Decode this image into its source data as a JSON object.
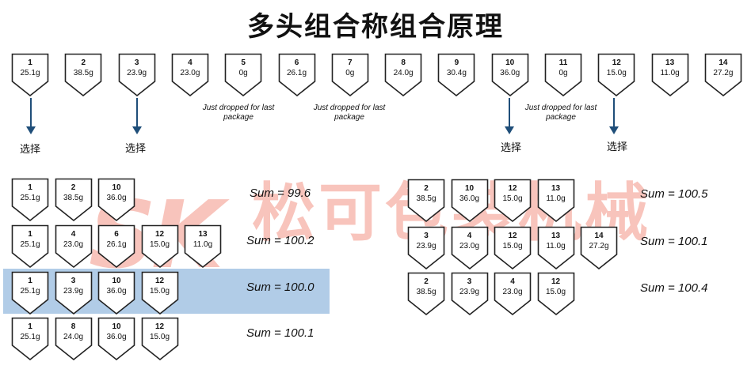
{
  "title": "多头组合称组合原理",
  "top_row": [
    {
      "num": "1",
      "weight": "25.1g"
    },
    {
      "num": "2",
      "weight": "38.5g"
    },
    {
      "num": "3",
      "weight": "23.9g"
    },
    {
      "num": "4",
      "weight": "23.0g"
    },
    {
      "num": "5",
      "weight": "0g"
    },
    {
      "num": "6",
      "weight": "26.1g"
    },
    {
      "num": "7",
      "weight": "0g"
    },
    {
      "num": "8",
      "weight": "24.0g"
    },
    {
      "num": "9",
      "weight": "30.4g"
    },
    {
      "num": "10",
      "weight": "36.0g"
    },
    {
      "num": "11",
      "weight": "0g"
    },
    {
      "num": "12",
      "weight": "15.0g"
    },
    {
      "num": "13",
      "weight": "11.0g"
    },
    {
      "num": "14",
      "weight": "27.2g"
    }
  ],
  "notes": {
    "bucket5": "Just dropped for last package",
    "bucket7": "Just dropped for last package",
    "bucket11": "Just dropped for last package"
  },
  "choose_label": "选择",
  "combos_left": [
    {
      "buckets": [
        {
          "num": "1",
          "weight": "25.1g"
        },
        {
          "num": "2",
          "weight": "38.5g"
        },
        {
          "num": "10",
          "weight": "36.0g"
        }
      ],
      "sum": "Sum = 99.6"
    },
    {
      "buckets": [
        {
          "num": "1",
          "weight": "25.1g"
        },
        {
          "num": "4",
          "weight": "23.0g"
        },
        {
          "num": "6",
          "weight": "26.1g"
        },
        {
          "num": "12",
          "weight": "15.0g"
        },
        {
          "num": "13",
          "weight": "11.0g"
        }
      ],
      "sum": "Sum = 100.2"
    },
    {
      "buckets": [
        {
          "num": "1",
          "weight": "25.1g"
        },
        {
          "num": "3",
          "weight": "23.9g"
        },
        {
          "num": "10",
          "weight": "36.0g"
        },
        {
          "num": "12",
          "weight": "15.0g"
        }
      ],
      "sum": "Sum = 100.0"
    },
    {
      "buckets": [
        {
          "num": "1",
          "weight": "25.1g"
        },
        {
          "num": "8",
          "weight": "24.0g"
        },
        {
          "num": "10",
          "weight": "36.0g"
        },
        {
          "num": "12",
          "weight": "15.0g"
        }
      ],
      "sum": "Sum = 100.1"
    }
  ],
  "combos_right": [
    {
      "buckets": [
        {
          "num": "2",
          "weight": "38.5g"
        },
        {
          "num": "10",
          "weight": "36.0g"
        },
        {
          "num": "12",
          "weight": "15.0g"
        },
        {
          "num": "13",
          "weight": "11.0g"
        }
      ],
      "sum": "Sum = 100.5"
    },
    {
      "buckets": [
        {
          "num": "3",
          "weight": "23.9g"
        },
        {
          "num": "4",
          "weight": "23.0g"
        },
        {
          "num": "12",
          "weight": "15.0g"
        },
        {
          "num": "13",
          "weight": "11.0g"
        },
        {
          "num": "14",
          "weight": "27.2g"
        }
      ],
      "sum": "Sum = 100.1"
    },
    {
      "buckets": [
        {
          "num": "2",
          "weight": "38.5g"
        },
        {
          "num": "3",
          "weight": "23.9g"
        },
        {
          "num": "4",
          "weight": "23.0g"
        },
        {
          "num": "12",
          "weight": "15.0g"
        }
      ],
      "sum": "Sum = 100.4"
    }
  ],
  "watermark": {
    "logo": "SK",
    "text": "松可包装机械"
  },
  "colors": {
    "highlight": "#a9c6e4",
    "arrow": "#1f4e79",
    "watermark": "#e84830"
  }
}
